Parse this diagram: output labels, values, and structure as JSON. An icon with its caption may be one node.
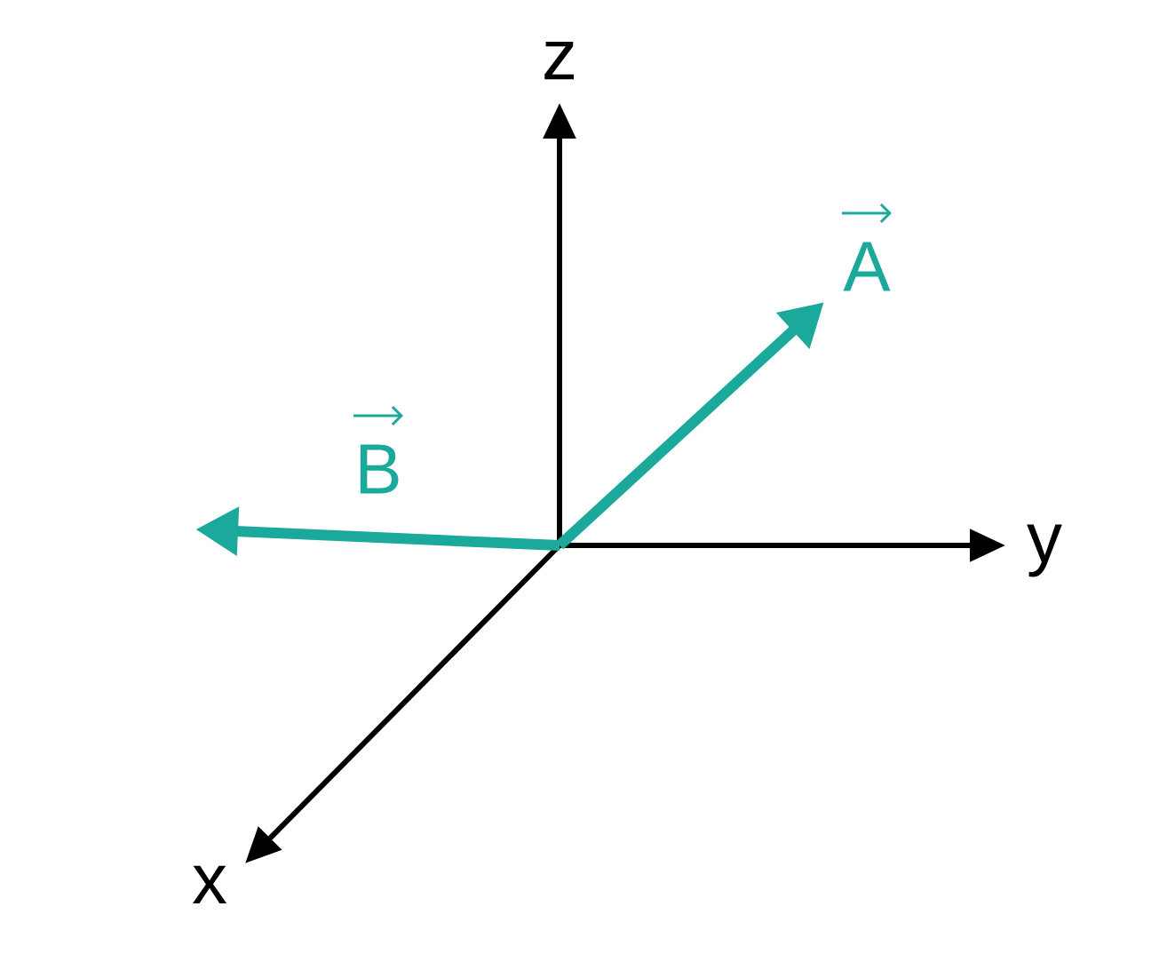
{
  "diagram": {
    "labels": [
      "z",
      "A",
      "B",
      "y",
      "x"
    ]
  }
}
